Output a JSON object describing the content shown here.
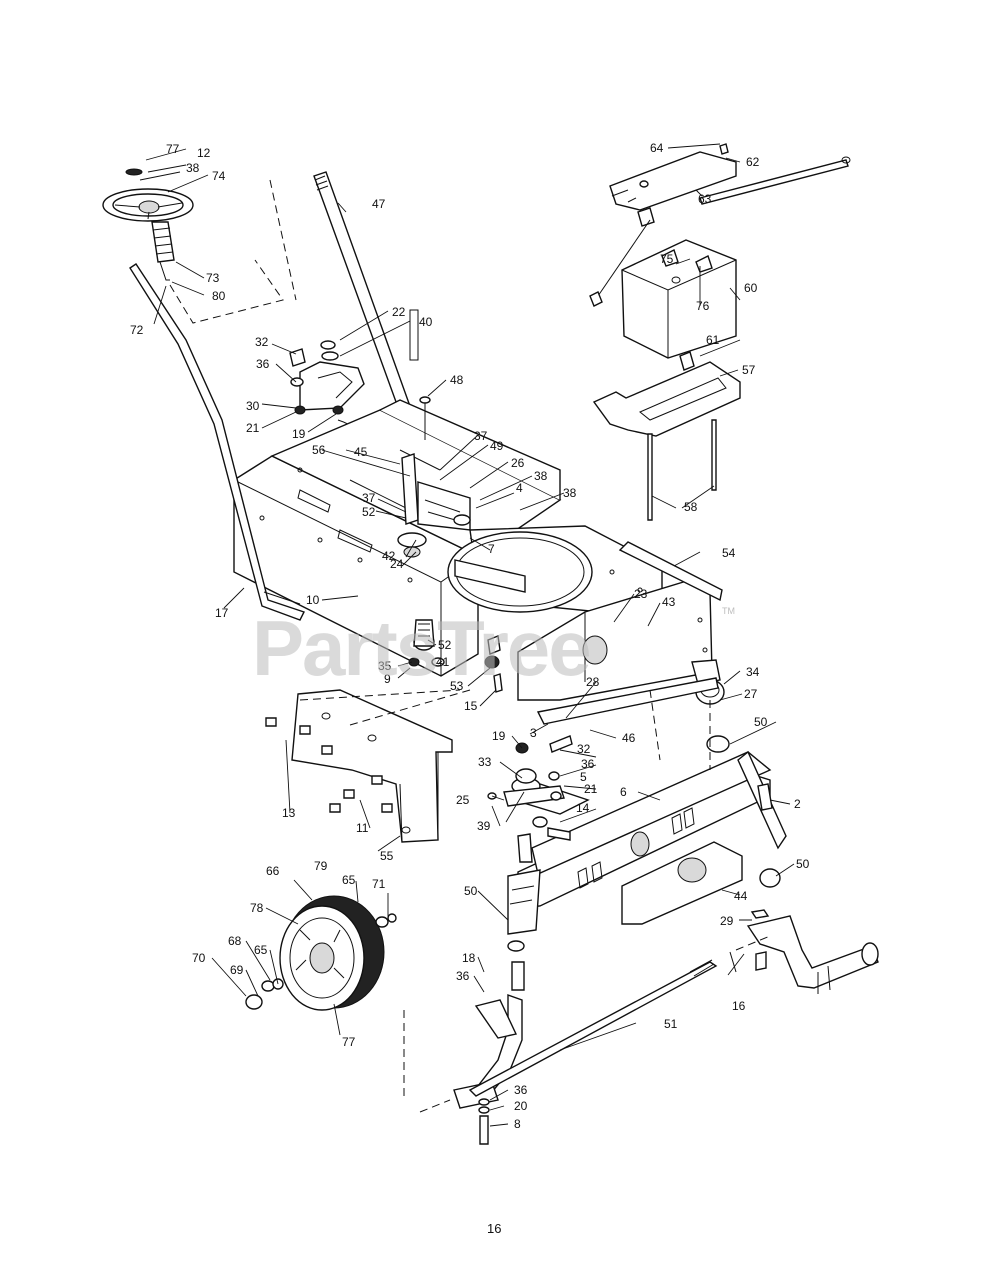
{
  "diagram": {
    "watermark": "PartsTree",
    "trademark": "TM",
    "page_number": "16",
    "callouts": [
      "77",
      "12",
      "38",
      "74",
      "47",
      "73",
      "80",
      "72",
      "22",
      "40",
      "32",
      "36",
      "48",
      "30",
      "21",
      "19",
      "37",
      "49",
      "56",
      "45",
      "26",
      "38",
      "4",
      "37",
      "38",
      "52",
      "7",
      "42",
      "24",
      "17",
      "10",
      "54",
      "23",
      "43",
      "52",
      "35",
      "41",
      "9",
      "53",
      "15",
      "34",
      "28",
      "27",
      "3",
      "46",
      "50",
      "19",
      "32",
      "33",
      "36",
      "5",
      "21",
      "25",
      "14",
      "39",
      "6",
      "2",
      "13",
      "11",
      "55",
      "50",
      "66",
      "79",
      "65",
      "71",
      "78",
      "50",
      "44",
      "29",
      "68",
      "65",
      "70",
      "69",
      "18",
      "36",
      "16",
      "51",
      "77",
      "36",
      "20",
      "8",
      "64",
      "62",
      "63",
      "75",
      "60",
      "76",
      "61",
      "57",
      "58"
    ]
  }
}
